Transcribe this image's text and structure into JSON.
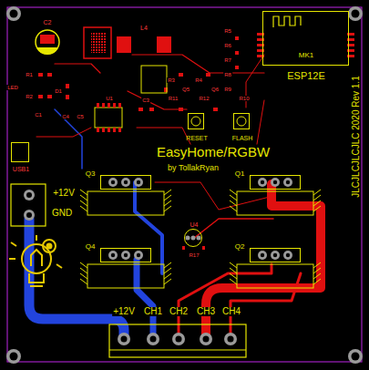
{
  "diagram": {
    "title": "EasyHome/RGBW",
    "nodes": [
      {
        "text": [
          "MK1",
          "ESP12E"
        ]
      },
      {
        "text": [
          "RESET"
        ]
      },
      {
        "text": [
          "FLASH"
        ]
      },
      {
        "text": [
          "USB1"
        ]
      },
      {
        "text": [
          "Q3"
        ]
      },
      {
        "text": [
          "Q1"
        ]
      },
      {
        "text": [
          "Q4"
        ]
      },
      {
        "text": [
          "Q2"
        ]
      },
      {
        "text": [
          "U4"
        ]
      }
    ],
    "labels": [
      "C2",
      "L4",
      "LED",
      "R1",
      "R2",
      "D1",
      "C1",
      "U1",
      "C3",
      "C4",
      "C5",
      "R3",
      "R4",
      "R5",
      "R6",
      "R7",
      "R8",
      "R9",
      "R10",
      "R11",
      "R12",
      "Q5",
      "Q6",
      "+12V",
      "GND",
      "by TollakRyan",
      "R17",
      "+12V",
      "CH1",
      "CH2",
      "CH3",
      "CH4",
      "JLCJLCJLCJLC 2020 Rev 1.1"
    ]
  }
}
